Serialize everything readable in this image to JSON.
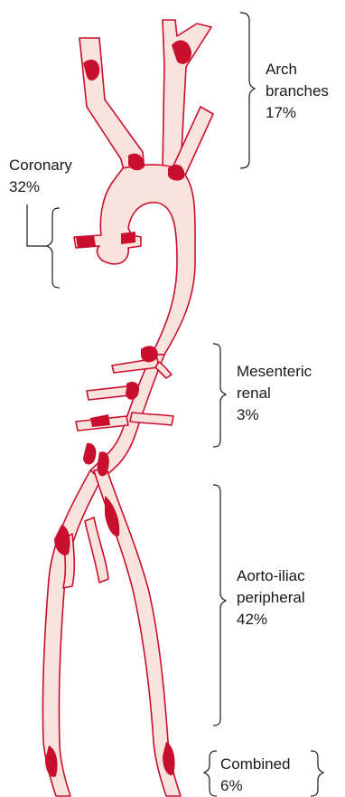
{
  "labels": {
    "arch": {
      "line1": "Arch",
      "line2": "branches",
      "pct": "17%"
    },
    "coronary": {
      "line1": "Coronary",
      "pct": "32%"
    },
    "mesenteric": {
      "line1": "Mesenteric",
      "line2": "renal",
      "pct": "3%"
    },
    "aortoiliac": {
      "line1": "Aorto-iliac",
      "line2": "peripheral",
      "pct": "42%"
    },
    "combined": {
      "line1": "Combined",
      "pct": "6%"
    }
  },
  "colors": {
    "vessel_fill": "#fbe3dd",
    "vessel_stroke": "#c8102e",
    "plaque": "#c8102e",
    "text": "#1a1a1a"
  }
}
